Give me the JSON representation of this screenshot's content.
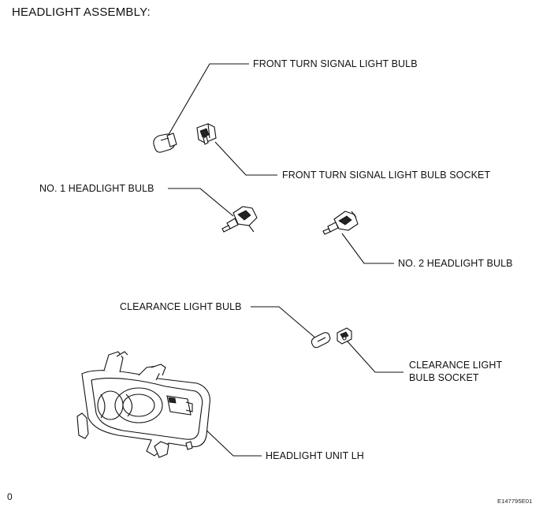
{
  "title": "HEADLIGHT ASSEMBLY:",
  "labels": {
    "front_turn_signal_bulb": "FRONT TURN SIGNAL LIGHT BULB",
    "front_turn_signal_socket": "FRONT TURN SIGNAL LIGHT BULB SOCKET",
    "no1_headlight_bulb": "NO. 1 HEADLIGHT BULB",
    "no2_headlight_bulb": "NO. 2 HEADLIGHT BULB",
    "clearance_light_bulb": "CLEARANCE LIGHT BULB",
    "clearance_socket_line1": "CLEARANCE LIGHT",
    "clearance_socket_line2": "BULB SOCKET",
    "headlight_unit": "HEADLIGHT UNIT LH"
  },
  "footer": {
    "left_mark": "0",
    "figure_code": "E147795E01"
  }
}
